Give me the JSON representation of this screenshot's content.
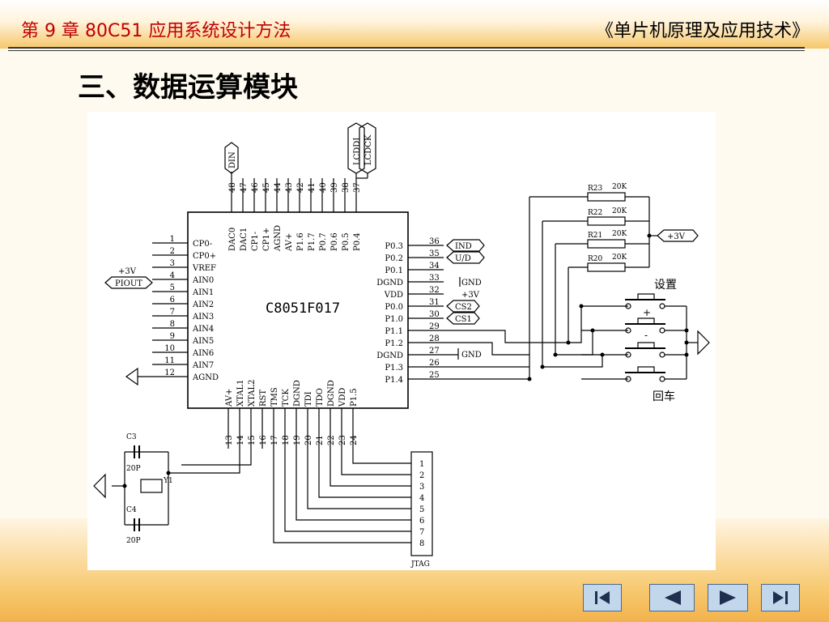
{
  "header": {
    "chapter_title": "第 9 章  80C51 应用系统设计方法",
    "book_title": "《单片机原理及应用技术》"
  },
  "section_title": "三、数据运算模块",
  "diagram": {
    "chip_name": "C8051F017",
    "left_pins": [
      {
        "num": "1",
        "name": "CP0-"
      },
      {
        "num": "2",
        "name": "CP0+"
      },
      {
        "num": "3",
        "name": "VREF"
      },
      {
        "num": "4",
        "name": "AIN0"
      },
      {
        "num": "5",
        "name": "AIN1"
      },
      {
        "num": "6",
        "name": "AIN2"
      },
      {
        "num": "7",
        "name": "AIN3"
      },
      {
        "num": "8",
        "name": "AIN4"
      },
      {
        "num": "9",
        "name": "AIN5"
      },
      {
        "num": "10",
        "name": "AIN6"
      },
      {
        "num": "11",
        "name": "AIN7"
      },
      {
        "num": "12",
        "name": "AGND"
      }
    ],
    "right_pins": [
      {
        "num": "36",
        "name": "P0.3"
      },
      {
        "num": "35",
        "name": "P0.2"
      },
      {
        "num": "34",
        "name": "P0.1"
      },
      {
        "num": "33",
        "name": "DGND"
      },
      {
        "num": "32",
        "name": "VDD"
      },
      {
        "num": "31",
        "name": "P0.0"
      },
      {
        "num": "30",
        "name": "P1.0"
      },
      {
        "num": "29",
        "name": "P1.1"
      },
      {
        "num": "28",
        "name": "P1.2"
      },
      {
        "num": "27",
        "name": "DGND"
      },
      {
        "num": "26",
        "name": "P1.3"
      },
      {
        "num": "25",
        "name": "P1.4"
      }
    ],
    "top_pins": [
      {
        "num": "48",
        "name": "DAC0"
      },
      {
        "num": "47",
        "name": "DAC1"
      },
      {
        "num": "46",
        "name": "CP1-"
      },
      {
        "num": "45",
        "name": "CP1+"
      },
      {
        "num": "44",
        "name": "AGND"
      },
      {
        "num": "43",
        "name": "AV+"
      },
      {
        "num": "42",
        "name": "P1.6"
      },
      {
        "num": "41",
        "name": "P1.7"
      },
      {
        "num": "40",
        "name": "P0.7"
      },
      {
        "num": "39",
        "name": "P0.6"
      },
      {
        "num": "38",
        "name": "P0.5"
      },
      {
        "num": "37",
        "name": "P0.4"
      }
    ],
    "bottom_pins": [
      {
        "num": "13",
        "name": "AV+"
      },
      {
        "num": "14",
        "name": "XTAL1"
      },
      {
        "num": "15",
        "name": "XTAL2"
      },
      {
        "num": "16",
        "name": "RST"
      },
      {
        "num": "17",
        "name": "TMS"
      },
      {
        "num": "18",
        "name": "TCK"
      },
      {
        "num": "19",
        "name": "DGND"
      },
      {
        "num": "20",
        "name": "TDI"
      },
      {
        "num": "21",
        "name": "TDO"
      },
      {
        "num": "22",
        "name": "DGND"
      },
      {
        "num": "23",
        "name": "VDD"
      },
      {
        "num": "24",
        "name": "P1.5"
      }
    ],
    "net_labels": {
      "din": "DIN",
      "lcddi": "LCDDI",
      "lcdck": "LCDCK",
      "ind": "IND",
      "ud": "U/D",
      "cs2": "CS2",
      "cs1": "CS1",
      "gnd_top": "GND",
      "plus3v": "+3V",
      "gnd_mid": "GND",
      "left_3v": "+3V",
      "piout": "PIOUT",
      "supply": "+3V"
    },
    "resistors": [
      {
        "name": "R23",
        "value": "20K"
      },
      {
        "name": "R22",
        "value": "20K"
      },
      {
        "name": "R21",
        "value": "20K"
      },
      {
        "name": "R20",
        "value": "20K"
      }
    ],
    "buttons": {
      "top_label": "设置",
      "bottom_label": "回车",
      "plus_sign": "+",
      "minus_sign": "-"
    },
    "crystal": {
      "c3": "C3",
      "c3_val": "20P",
      "y1": "Y1",
      "c4": "C4",
      "c4_val": "20P"
    },
    "jtag": {
      "name": "JTAG",
      "pins": [
        "1",
        "2",
        "3",
        "4",
        "5",
        "6",
        "7",
        "8"
      ]
    }
  },
  "nav": {
    "first": "first-slide-icon",
    "prev": "prev-slide-icon",
    "next": "next-slide-icon",
    "last": "last-slide-icon",
    "fill_color": "#c2d7ec",
    "icon_color": "#1f2f4f"
  }
}
